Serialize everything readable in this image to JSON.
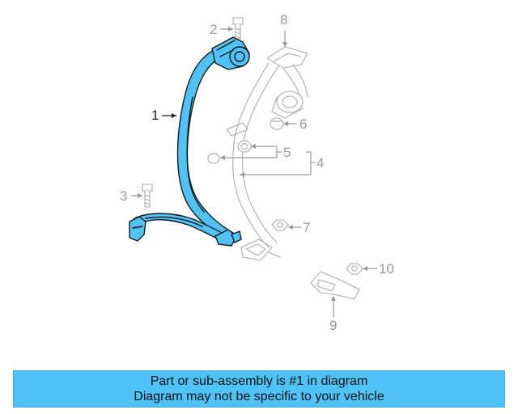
{
  "colors": {
    "highlight": "#4fc3f7",
    "outline": "#1a1a1a",
    "ghost": "#b8b8b8",
    "banner_bg": "#4fc3f7"
  },
  "callouts": [
    {
      "id": "1",
      "label": "1",
      "highlighted": true
    },
    {
      "id": "2",
      "label": "2",
      "highlighted": false
    },
    {
      "id": "3",
      "label": "3",
      "highlighted": false
    },
    {
      "id": "4",
      "label": "4",
      "highlighted": false
    },
    {
      "id": "5",
      "label": "5",
      "highlighted": false
    },
    {
      "id": "6",
      "label": "6",
      "highlighted": false
    },
    {
      "id": "7",
      "label": "7",
      "highlighted": false
    },
    {
      "id": "8",
      "label": "8",
      "highlighted": false
    },
    {
      "id": "9",
      "label": "9",
      "highlighted": false
    },
    {
      "id": "10",
      "label": "10",
      "highlighted": false
    }
  ],
  "banner": {
    "line1": "Part or sub-assembly is #1 in diagram",
    "line2": "Diagram may not be specific to your vehicle"
  }
}
